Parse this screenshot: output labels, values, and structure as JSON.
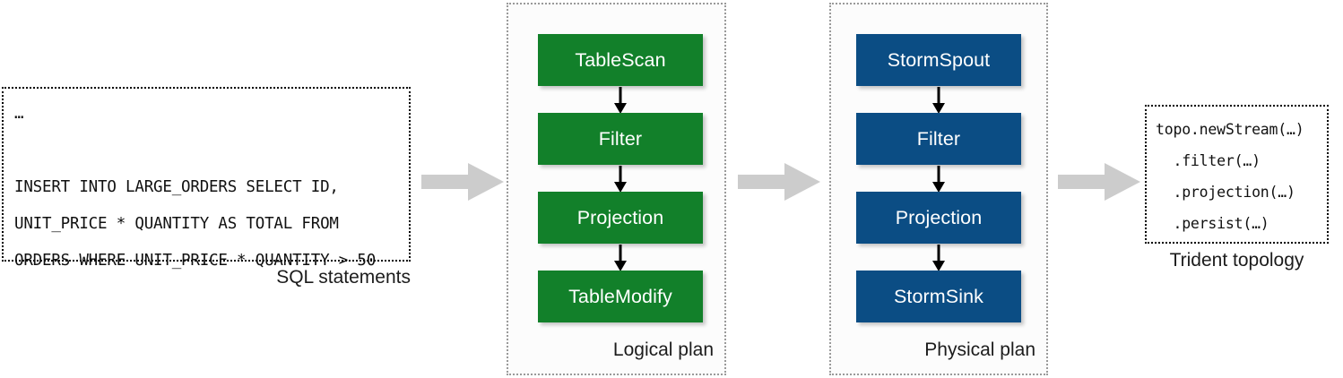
{
  "diagram": {
    "type": "pipeline-flow",
    "stages": [
      "SQL statements",
      "Logical plan",
      "Physical plan",
      "Trident topology"
    ]
  },
  "sql_panel": {
    "caption": "SQL statements",
    "code": "…\n\nINSERT INTO LARGE_ORDERS SELECT ID,\nUNIT_PRICE * QUANTITY AS TOTAL FROM\nORDERS WHERE UNIT_PRICE * QUANTITY > 50"
  },
  "logical_plan": {
    "caption": "Logical plan",
    "color": "#12802a",
    "nodes": [
      {
        "label": "TableScan"
      },
      {
        "label": "Filter"
      },
      {
        "label": "Projection"
      },
      {
        "label": "TableModify"
      }
    ]
  },
  "physical_plan": {
    "caption": "Physical plan",
    "color": "#0b4d84",
    "nodes": [
      {
        "label": "StormSpout"
      },
      {
        "label": "Filter"
      },
      {
        "label": "Projection"
      },
      {
        "label": "StormSink"
      }
    ]
  },
  "trident_panel": {
    "caption": "Trident topology",
    "code": "topo.newStream(…)\n  .filter(…)\n  .projection(…)\n  .persist(…)"
  },
  "flow_arrows": {
    "color": "#cccccc",
    "count": 3
  }
}
